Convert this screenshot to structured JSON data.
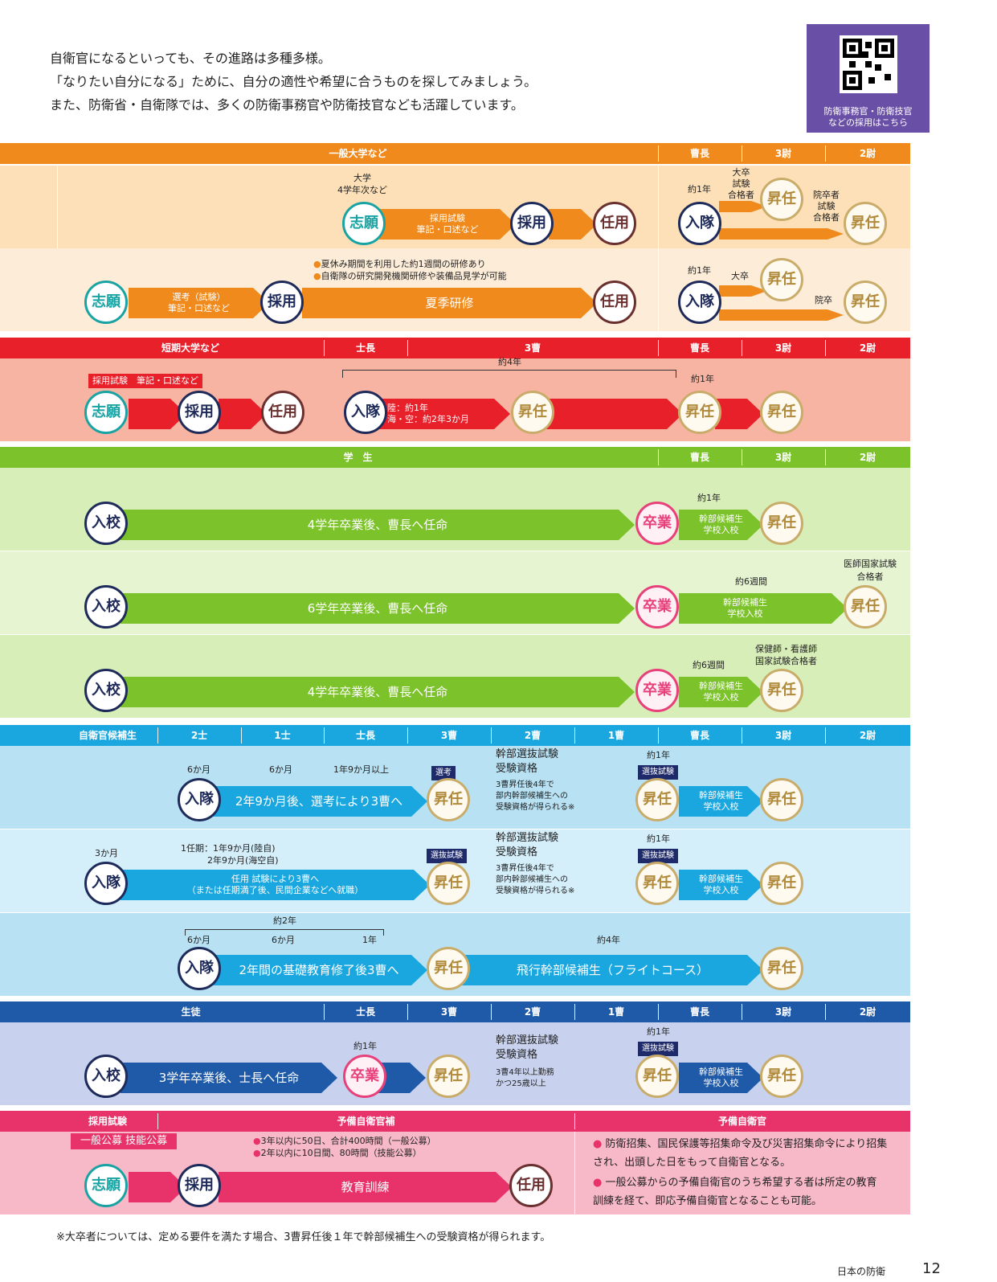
{
  "intro": [
    "自衛官になるといっても、その進路は多種多様。",
    "「なりたい自分になる」ために、自分の適性や希望に合うものを探してみましょう。",
    "また、防衛省・自衛隊では、多くの防衛事務官や防衛技官なども活躍しています。"
  ],
  "qr": {
    "caption1": "防衛事務官・防衛技官",
    "caption2": "などの採用はこちら"
  },
  "w": {
    "shigan": "志願",
    "saiyo": "採用",
    "ninyo": "任用",
    "nyutai": "入隊",
    "shonin": "昇任",
    "nyuko": "入校",
    "sotsugyo": "卒業"
  },
  "s1": {
    "header": "一般大学など",
    "ranks": [
      "曹長",
      "3尉",
      "2尉"
    ],
    "r1": {
      "label_univ": "大学\n4学年次など",
      "exam": "採用試験\n筆記・口述など",
      "yr": "約1年",
      "daisotsu": "大卒\n試験\n合格者",
      "insotsu": "院卒者\n試験\n合格者"
    },
    "r2": {
      "bullet1": "夏休み期間を利用した約1週間の研修あり",
      "bullet2": "自衛隊の研究開発機関研修や装備品見学が可能",
      "senko": "選考（試験）\n筆記・口述など",
      "kenshu": "夏季研修",
      "yr": "約1年",
      "daisotsu": "大卒",
      "insotsu": "院卒"
    }
  },
  "s2": {
    "header": "短期大学など",
    "cols": [
      "士長",
      "3曹",
      "曹長",
      "3尉",
      "2尉"
    ],
    "exam": "採用試験　筆記・口述など",
    "yr4": "約4年",
    "rikukai": "陸：約1年\n海・空：約2年3か月",
    "yr1": "約1年"
  },
  "s3": {
    "header": "学　生",
    "ranks": [
      "曹長",
      "3尉",
      "2尉"
    ],
    "r1": {
      "main": "4学年卒業後、曹長へ任命",
      "yr": "約1年",
      "kanbu": "幹部候補生\n学校入校"
    },
    "r2": {
      "main": "6学年卒業後、曹長へ任命",
      "wk": "約6週間",
      "kanbu": "幹部候補生\n学校入校",
      "ishi": "医師国家試験\n合格者"
    },
    "r3": {
      "main": "4学年卒業後、曹長へ任命",
      "wk": "約6週間",
      "kanbu": "幹部候補生\n学校入校",
      "hoken": "保健師・看護師\n国家試験合格者"
    }
  },
  "s4": {
    "cols": [
      "自衛官候補生",
      "2士",
      "1士",
      "士長",
      "3曹",
      "2曹",
      "1曹",
      "曹長",
      "3尉",
      "2尉"
    ],
    "r1": {
      "m6a": "6か月",
      "m6b": "6か月",
      "y19": "1年9か月以上",
      "main": "2年9か月後、選考により3曹へ",
      "senko": "選考",
      "kanbu_t": "幹部選抜試験\n受験資格",
      "kanbu_d": "3曹昇任後4年で\n部内幹部候補生への\n受験資格が得られる※",
      "yr": "約1年",
      "senbatsu": "選抜試験",
      "kanbu": "幹部候補生\n学校入校"
    },
    "r2": {
      "m3": "3か月",
      "ninki": "1任期：1年9か月(陸自)\n　　　2年9か月(海空自)",
      "main": "任用 試験により3曹へ\n（または任期満了後、民間企業などへ就職）",
      "senbatsu": "選抜試験",
      "kanbu_t": "幹部選抜試験\n受験資格",
      "kanbu_d": "3曹昇任後4年で\n部内幹部候補生への\n受験資格が得られる※",
      "yr": "約1年",
      "senbatsu2": "選抜試験",
      "kanbu": "幹部候補生\n学校入校"
    },
    "r3": {
      "yr2": "約2年",
      "m6a": "6か月",
      "m6b": "6か月",
      "y1": "1年",
      "main": "2年間の基礎教育修了後3曹へ",
      "yr4": "約4年",
      "flight": "飛行幹部候補生（フライトコース）"
    }
  },
  "s5": {
    "cols": [
      "生徒",
      "士長",
      "3曹",
      "2曹",
      "1曹",
      "曹長",
      "3尉",
      "2尉"
    ],
    "yr1": "約1年",
    "main": "3学年卒業後、士長へ任命",
    "kanbu_t": "幹部選抜試験\n受験資格",
    "kanbu_d": "3曹4年以上勤務\nかつ25歳以上",
    "yr": "約1年",
    "senbatsu": "選抜試験",
    "kanbu": "幹部候補生\n学校入校"
  },
  "s6": {
    "cols": [
      "採用試験",
      "予備自衛官補",
      "予備自衛官"
    ],
    "boshu": "一般公募 技能公募",
    "b1": "3年以内に50日、合計400時間（一般公募）",
    "b2": "2年以内に10日間、80時間（技能公募）",
    "kunren": "教育訓練",
    "n1": "防衛招集、国民保護等招集命令及び災害招集命令により招集\nされ、出頭した日をもって自衛官となる。",
    "n2": "一般公募からの予備自衛官のうち希望する者は所定の教育\n訓練を経て、即応予備自衛官となることも可能。"
  },
  "footnote": "※大卒者については、定める要件を満たす場合、3曹昇任後１年で幹部候補生への受験資格が得られます。",
  "footer": {
    "brand": "日本の防衛",
    "page": "12"
  },
  "colors": {
    "orange": "#f08a1c",
    "red": "#e8202a",
    "green": "#7cc22a",
    "cyan": "#1aa7e0",
    "navy": "#1f5aa8",
    "pink": "#e8336a"
  }
}
